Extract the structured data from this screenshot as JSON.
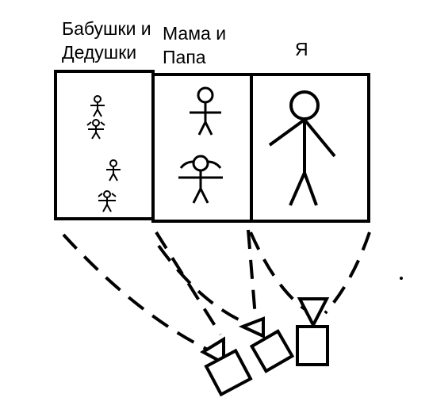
{
  "labels": {
    "grandparents_line1": "Бабушки и",
    "grandparents_line2": "Дедушки",
    "parents_line1": "Мама и",
    "parents_line2": "Папа",
    "me": "Я"
  },
  "colors": {
    "ink": "#000000",
    "background": "#ffffff"
  },
  "icons": [
    "stick-figure-icon",
    "camera-icon"
  ]
}
